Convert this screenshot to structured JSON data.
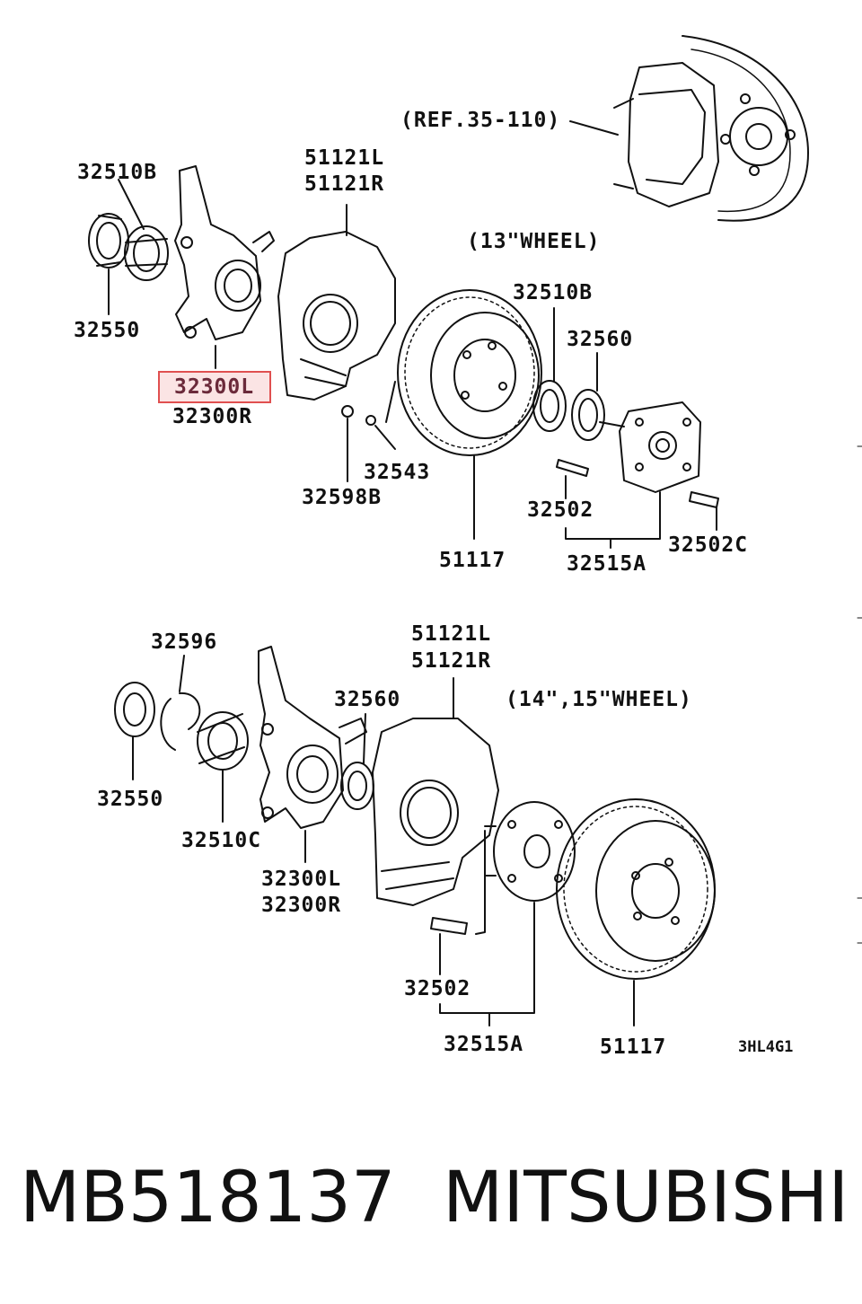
{
  "diagram": {
    "top": {
      "ref": "(REF.35-110)",
      "wheel_note": "(13\"WHEEL)",
      "labels": {
        "p32510B_a": "32510B",
        "p32550": "32550",
        "p32300L": "32300L",
        "p32300R": "32300R",
        "p51121L": "51121L",
        "p51121R": "51121R",
        "p32510B_b": "32510B",
        "p32560": "32560",
        "p32543": "32543",
        "p32598B": "32598B",
        "p32502": "32502",
        "p51117": "51117",
        "p32515A": "32515A",
        "p32502C": "32502C"
      }
    },
    "bottom": {
      "wheel_note": "(14\",15\"WHEEL)",
      "labels": {
        "p32596": "32596",
        "p51121L": "51121L",
        "p51121R": "51121R",
        "p32560": "32560",
        "p32550": "32550",
        "p32510C": "32510C",
        "p32300L": "32300L",
        "p32300R": "32300R",
        "p32502": "32502",
        "p32515A": "32515A",
        "p51117": "51117",
        "code": "3HL4G1"
      }
    }
  },
  "footer": {
    "part_number": "MB518137",
    "brand": "MITSUBISHI"
  },
  "colors": {
    "highlight_border": "#e05050",
    "highlight_fill": "#fbe4e4",
    "ink": "#111111"
  }
}
